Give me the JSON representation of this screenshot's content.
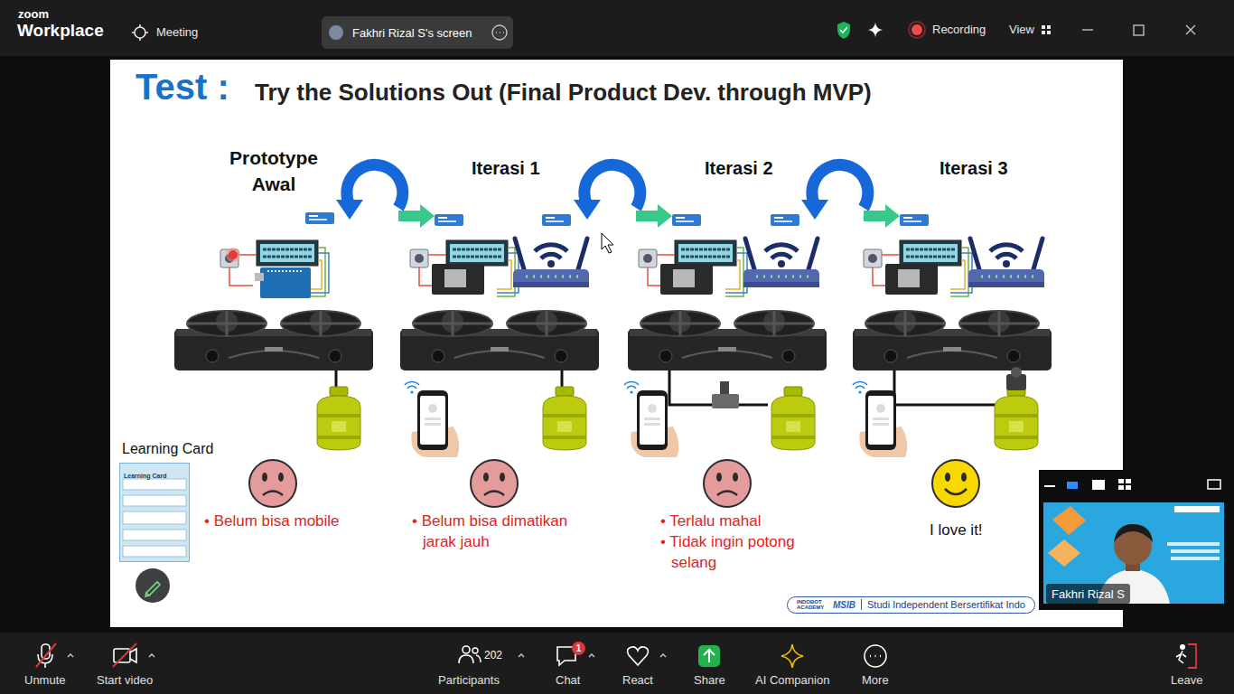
{
  "diagram": {
    "title": "Try the Solutions Out (Final Product Dev. through MVP)",
    "nodes": [
      {
        "text": [
          "Fakhri Rizal S's screen"
        ]
      },
      {
        "text": [
          "Learning Card"
        ]
      },
      {
        "text": [
          "INDOBOT ACADEMY",
          "MSIB",
          "Studi Independent Bersertifikat Indo"
        ]
      },
      {
        "text": [
          "Fakhri Rizal S"
        ]
      },
      {
        "text": [
          "1"
        ]
      }
    ],
    "labels": [
      "zoom",
      "Workplace",
      "Meeting",
      "Recording",
      "View",
      "Test :",
      "Prototype Awal",
      "Iterasi 1",
      "Iterasi 2",
      "Iterasi 3",
      "Learning Card",
      "• Belum bisa mobile",
      "• Belum bisa dimatikan jarak jauh",
      "• Terlalu mahal",
      "• Tidak ingin potong selang",
      "I love it!",
      "Unmute",
      "Start video",
      "202",
      "Participants",
      "Chat",
      "React",
      "Share",
      "AI Companion",
      "More",
      "Leave"
    ]
  }
}
